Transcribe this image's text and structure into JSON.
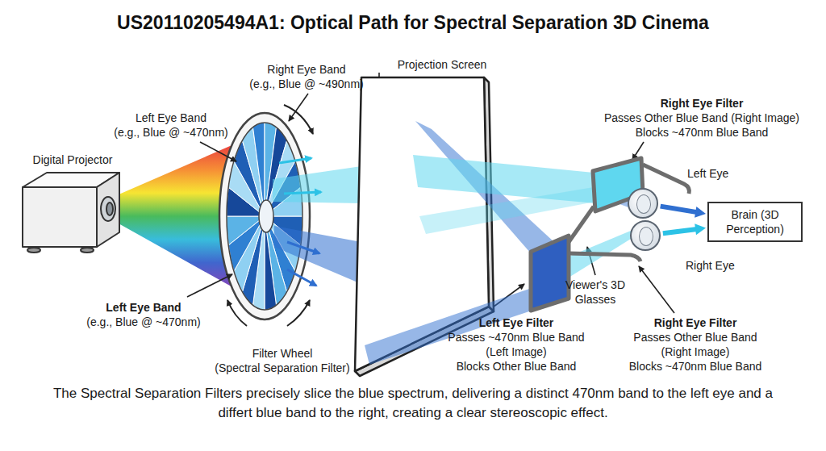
{
  "diagram": {
    "title": "US20110205494A1: Optical Path for Spectral Separation 3D Cinema",
    "caption": "The Spectral Separation Filters precisely slice the blue spectrum, delivering a distinct 470nm band to the left eye and a differt blue band to the right, creating a clear stereoscopic effect.",
    "nodes": [
      {
        "text": [
          "Left Eye"
        ]
      },
      {
        "text": [
          "Right Eye"
        ]
      },
      {
        "text": [
          "Brain (3D Perception)"
        ]
      }
    ],
    "edges": [
      {
        "from": 0,
        "to": 2,
        "arrow": "to"
      },
      {
        "from": 1,
        "to": 2,
        "arrow": "to"
      }
    ],
    "labels": [
      "Right Eye Band",
      "(e.g., Blue @ ~490nm)",
      "Left Eye Band",
      "(e.g., Blue @ ~470nm)",
      "Digital Projector",
      "Left Eye Band",
      "(e.g., Blue @ ~470nm)",
      "Filter Wheel",
      "(Spectral Separation Filter)",
      "Projection Screen",
      "Right Eye Filter",
      "Passes Other Blue Band (Right Image)",
      "Blocks ~470nm Blue Band",
      "Viewer's 3D Glasses",
      "Left Eye Filter",
      "Passes ~470nm Blue Band (Left Image)",
      "Blocks Other Blue Band",
      "Right Eye Filter",
      "Passes Other Blue Band (Right Image)",
      "Blocks ~470nm Blue Band"
    ]
  }
}
